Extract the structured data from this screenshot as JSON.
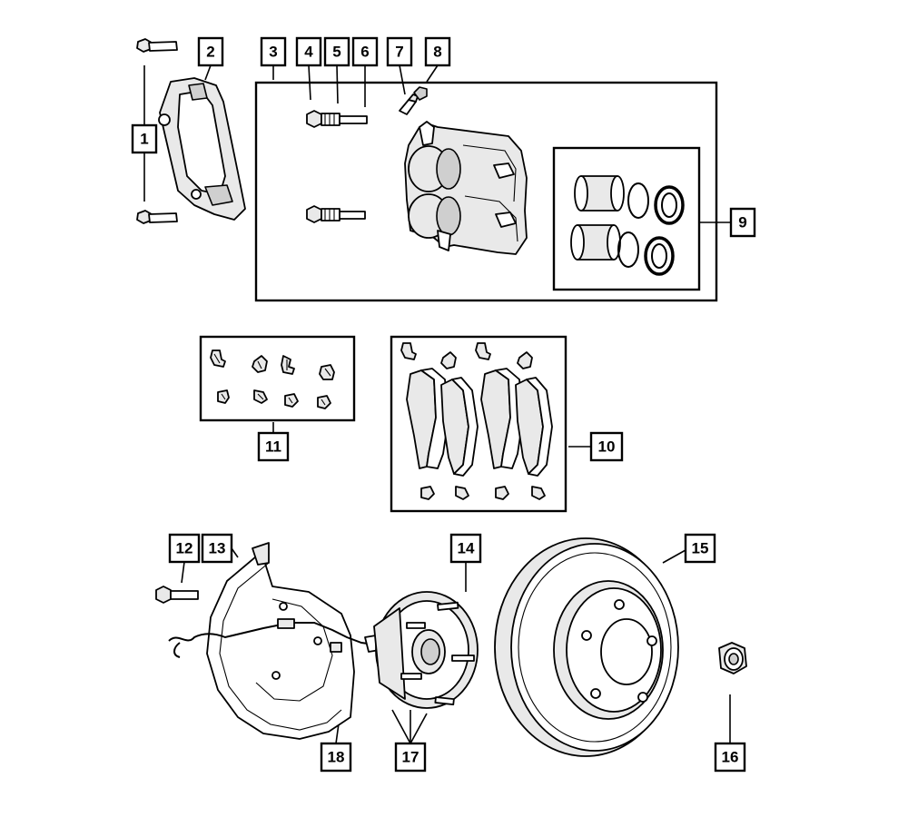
{
  "diagram": {
    "title": "Front Brake Assembly",
    "callouts": [
      {
        "id": "1",
        "label": "1"
      },
      {
        "id": "2",
        "label": "2"
      },
      {
        "id": "3",
        "label": "3"
      },
      {
        "id": "4",
        "label": "4"
      },
      {
        "id": "5",
        "label": "5"
      },
      {
        "id": "6",
        "label": "6"
      },
      {
        "id": "7",
        "label": "7"
      },
      {
        "id": "8",
        "label": "8"
      },
      {
        "id": "9",
        "label": "9"
      },
      {
        "id": "10",
        "label": "10"
      },
      {
        "id": "11",
        "label": "11"
      },
      {
        "id": "12",
        "label": "12"
      },
      {
        "id": "13",
        "label": "13"
      },
      {
        "id": "14",
        "label": "14"
      },
      {
        "id": "15",
        "label": "15"
      },
      {
        "id": "16",
        "label": "16"
      },
      {
        "id": "17",
        "label": "17"
      },
      {
        "id": "18",
        "label": "18"
      }
    ]
  },
  "colors": {
    "line": "#000000",
    "background": "#ffffff",
    "shade": "#e9e9e9"
  }
}
